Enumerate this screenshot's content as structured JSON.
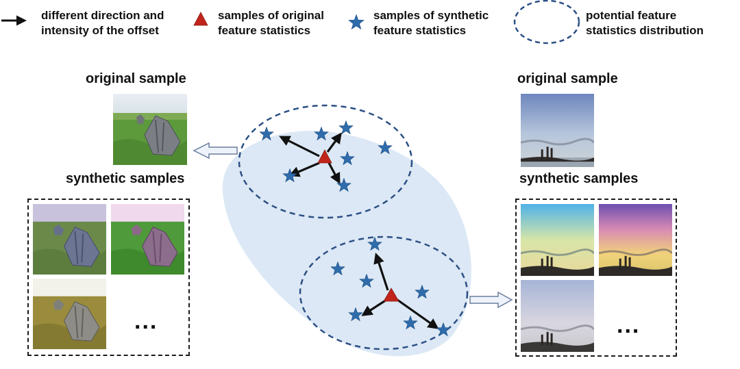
{
  "legend": {
    "arrow": {
      "line1": "different direction and",
      "line2": "intensity of the offset"
    },
    "triangle": {
      "line1": "samples of original",
      "line2": "feature statistics"
    },
    "star": {
      "line1": "samples of synthetic",
      "line2": "feature statistics"
    },
    "ellipse": {
      "line1": "potential feature",
      "line2": "statistics distribution"
    }
  },
  "left_panel": {
    "original_heading": "original sample",
    "synthetic_heading": "synthetic samples",
    "ellipsis": "..."
  },
  "right_panel": {
    "original_heading": "original sample",
    "synthetic_heading": "synthetic samples",
    "ellipsis": "..."
  },
  "colors": {
    "triangle": "#c0241b",
    "star": "#2f6cab",
    "ellipse": "#2b4f85",
    "blob": "#dce8f5",
    "arrow": "#111111"
  },
  "icons": [
    "arrow-icon",
    "triangle-icon",
    "star-icon",
    "ellipse-icon",
    "hollow-arrow-icon"
  ]
}
